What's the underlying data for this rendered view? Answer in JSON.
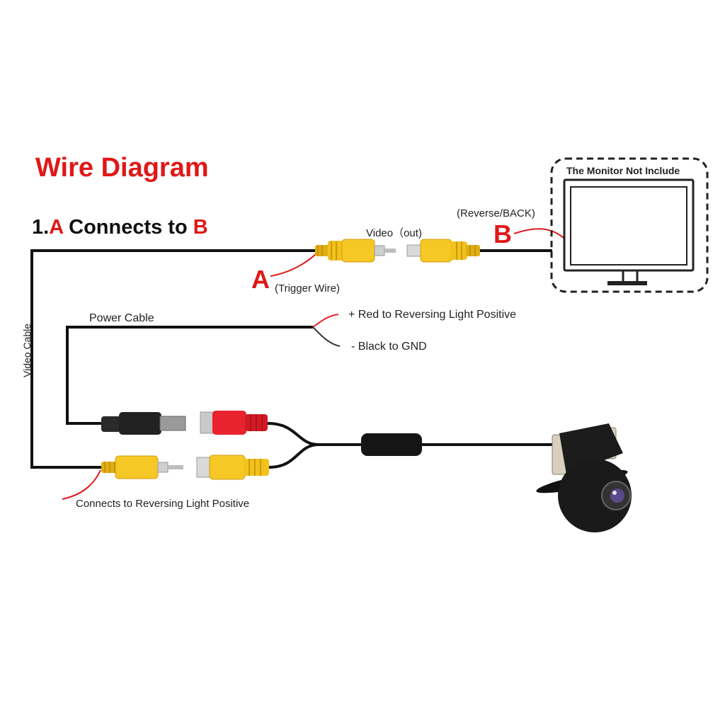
{
  "title": "Wire Diagram",
  "subtitle": {
    "prefix": "1.",
    "a": "A",
    "mid": " Connects to ",
    "b": "B"
  },
  "labels": {
    "video_out": "Video（out)",
    "reverse_back": "(Reverse/BACK)",
    "point_a": "A",
    "point_b": "B",
    "trigger_wire": "(Trigger Wire)",
    "monitor_not_included": "The Monitor Not Include",
    "power_cable": "Power Cable",
    "red_positive": "+ Red to Reversing Light Positive",
    "black_gnd": "- Black to GND",
    "video_cable": "Video Cable",
    "reversing_light": "Connects to Reversing Light Positive"
  },
  "colors": {
    "accent_red": "#e01818",
    "connector_yellow": "#f2c21b",
    "connector_red": "#e8222e",
    "wire_black": "#111111",
    "monitor_border": "#333333"
  }
}
